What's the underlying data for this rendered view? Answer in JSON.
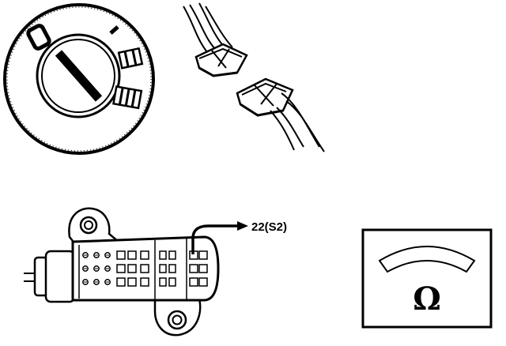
{
  "callout": {
    "label": "22(S2)"
  },
  "meter": {
    "unit_symbol": "Ω",
    "icon": "ohmmeter-icon"
  },
  "switch_positions": [
    "0",
    "I",
    "II",
    "III"
  ],
  "colors": {
    "ink": "#000000",
    "paper": "#ffffff"
  }
}
